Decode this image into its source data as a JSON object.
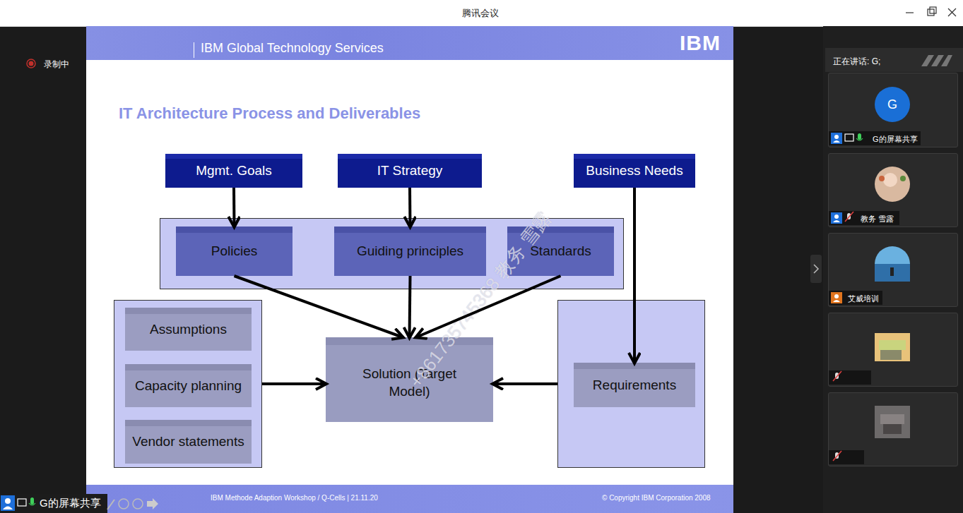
{
  "diagram": {
    "title": "IT Architecture Process and Deliverables",
    "nodes": [
      {
        "text": [
          "Mgmt. Goals"
        ]
      },
      {
        "text": [
          "IT Strategy"
        ]
      },
      {
        "text": [
          "Business Needs"
        ]
      },
      {
        "text": []
      },
      {
        "text": [
          "Policies"
        ],
        "in": 3
      },
      {
        "text": [
          "Guiding principles"
        ],
        "in": 3
      },
      {
        "text": [
          "Standards"
        ],
        "in": 3
      },
      {
        "text": []
      },
      {
        "text": [
          "Assumptions"
        ],
        "in": 7
      },
      {
        "text": [
          "Capacity planning"
        ],
        "in": 7
      },
      {
        "text": [
          "Vendor statements"
        ],
        "in": 7
      },
      {
        "text": [
          "Solution (Target Model)"
        ]
      },
      {
        "text": []
      },
      {
        "text": [
          "Requirements"
        ],
        "in": 12
      }
    ],
    "edges": [
      {
        "from": 0,
        "to": 4,
        "arrow": "to"
      },
      {
        "from": 1,
        "to": 5,
        "arrow": "to"
      },
      {
        "from": 2,
        "to": 13,
        "arrow": "to"
      },
      {
        "from": 4,
        "to": 11,
        "arrow": "to"
      },
      {
        "from": 5,
        "to": 11,
        "arrow": "to"
      },
      {
        "from": 6,
        "to": 11,
        "arrow": "to"
      },
      {
        "from": 7,
        "to": 11,
        "arrow": "to"
      },
      {
        "from": 12,
        "to": 11,
        "arrow": "to"
      }
    ],
    "labels": [
      "腾讯会议",
      "录制中",
      "IBM Global Technology Services",
      "IBM",
      "+861735745368 教务 雪露",
      "IBM Methode Adaption Workshop / Q-Cells | 21.11.20",
      "© Copyright IBM Corporation 2008",
      "正在讲话: G;",
      "G",
      "G的屏幕共享",
      "教务 雪露",
      "艾威培训",
      "G的屏幕共享"
    ]
  }
}
